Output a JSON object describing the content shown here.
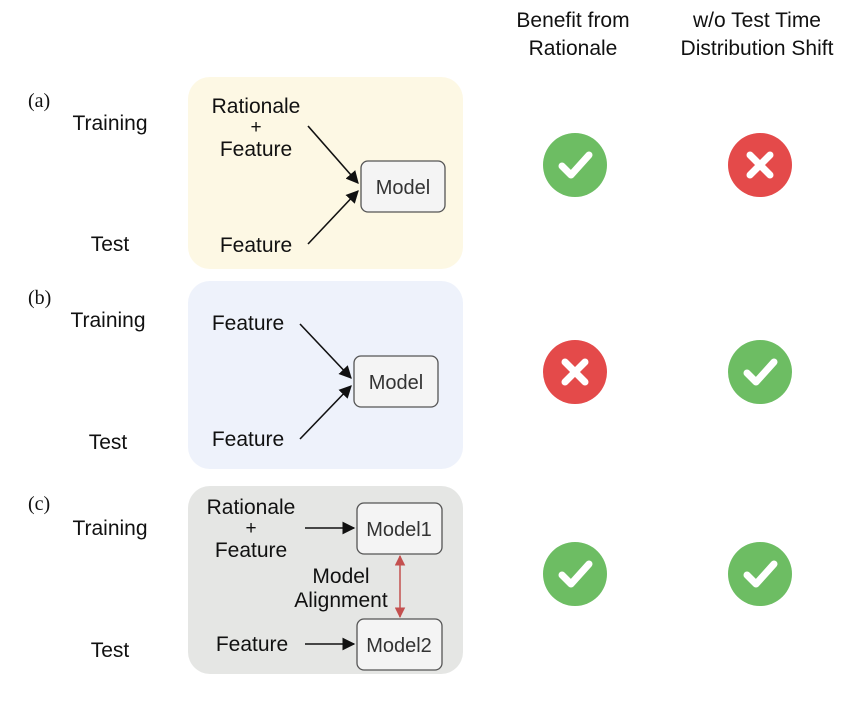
{
  "headers": {
    "benefit_line1": "Benefit from",
    "benefit_line2": "Rationale",
    "shift_line1": "w/o Test Time",
    "shift_line2": "Distribution Shift"
  },
  "colors": {
    "panel_a": "#fdf8e4",
    "panel_b": "#eef2fb",
    "panel_c": "#e5e6e4",
    "check_green": "#6dbd63",
    "cross_red": "#e44a4a",
    "alignment_arrow": "#c4504f"
  },
  "rows": [
    {
      "tag": "(a)",
      "training_label": "Training",
      "test_label": "Test",
      "train_input_line1": "Rationale",
      "train_input_plus": "+",
      "train_input_line2": "Feature",
      "test_input": "Feature",
      "model_label": "Model",
      "benefit_icon": "check-icon",
      "shift_icon": "cross-icon"
    },
    {
      "tag": "(b)",
      "training_label": "Training",
      "test_label": "Test",
      "train_input": "Feature",
      "test_input": "Feature",
      "model_label": "Model",
      "benefit_icon": "cross-icon",
      "shift_icon": "check-icon"
    },
    {
      "tag": "(c)",
      "training_label": "Training",
      "test_label": "Test",
      "train_input_line1": "Rationale",
      "train_input_plus": "+",
      "train_input_line2": "Feature",
      "test_input": "Feature",
      "model1_label": "Model1",
      "model2_label": "Model2",
      "alignment_line1": "Model",
      "alignment_line2": "Alignment",
      "benefit_icon": "check-icon",
      "shift_icon": "check-icon"
    }
  ]
}
